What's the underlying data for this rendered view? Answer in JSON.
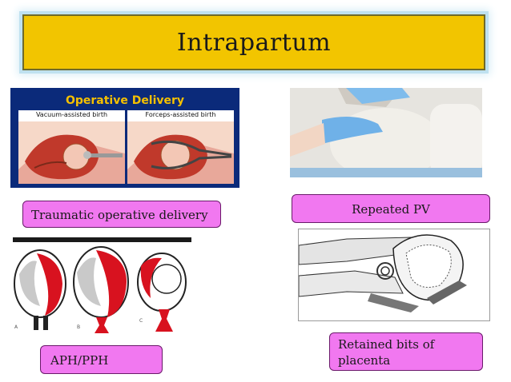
{
  "title": "Intrapartum",
  "labels": {
    "traumatic": "Traumatic operative delivery",
    "repeated": "Repeated PV",
    "aph": "APH/PPH",
    "retained_line1": "Retained bits of",
    "retained_line2": "placenta"
  },
  "operative_image": {
    "heading": "Operative Delivery",
    "left_caption": "Vacuum-assisted birth",
    "right_caption": "Forceps-assisted birth"
  },
  "aph_panel_marks": [
    "A",
    "B",
    "C"
  ],
  "colors": {
    "title_bg": "#f2c500",
    "label_bg": "#f178f0",
    "blood": "#d8121f",
    "glove": "#6fb1e8"
  }
}
